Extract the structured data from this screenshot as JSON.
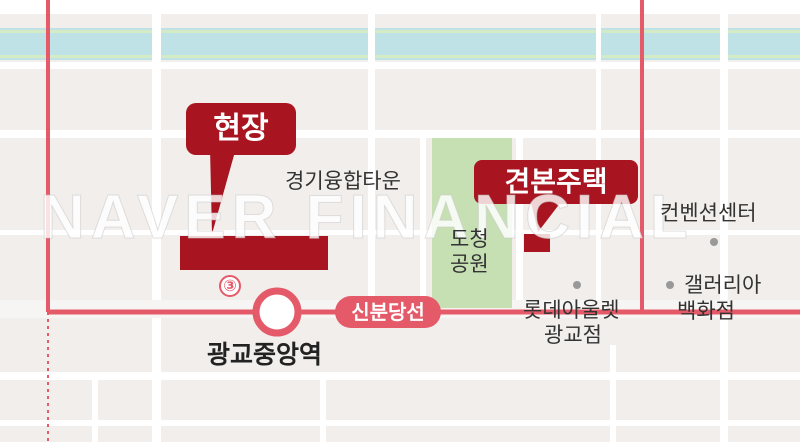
{
  "site_label": "현장",
  "building_label": "견본주택",
  "station": {
    "name": "광교중앙역",
    "exit": "③"
  },
  "line_label": "신분당선",
  "places": {
    "town": "경기융합타운",
    "park_line1": "도청",
    "park_line2": "공원",
    "outlet_line1": "롯데아울렛",
    "outlet_line2": "광교점",
    "convention": "컨벤션센터",
    "gallery_line1": "갤러리아",
    "gallery_line2": "백화점"
  },
  "watermark": "NAVER FINANCIAL",
  "colors": {
    "route": "#e55a69",
    "marker": "#a8141f",
    "park": "#c6e0b4",
    "river": "#bfe2e6",
    "land": "#f1eeeb"
  }
}
